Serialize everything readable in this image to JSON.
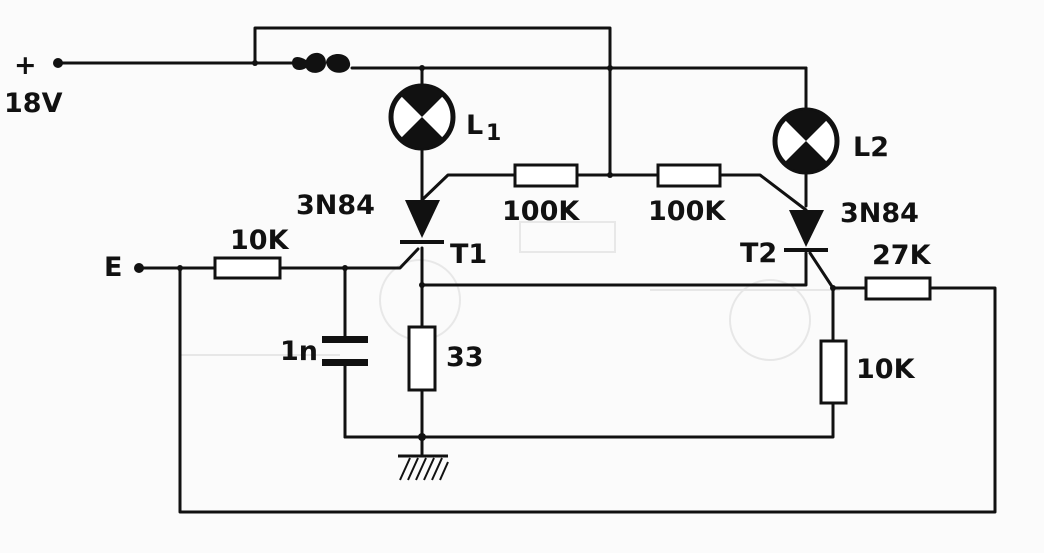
{
  "supply": {
    "plus": "+",
    "voltage": "18V"
  },
  "input": {
    "label": "E"
  },
  "lamps": {
    "l1": "L",
    "l1_sub": "1",
    "l2": "L2"
  },
  "scr1": {
    "part": "3N84",
    "ref": "T1"
  },
  "scr2": {
    "part": "3N84",
    "ref": "T2"
  },
  "resistors": {
    "r_in": "10K",
    "r_mid_left": "100K",
    "r_mid_right": "100K",
    "r_cathode": "33",
    "r_out": "27K",
    "r_gate2": "10K"
  },
  "capacitor": {
    "value": "1n"
  },
  "colors": {
    "ink": "#111111",
    "paper": "#fbfbfb",
    "show_through": "#d8d8d8"
  }
}
